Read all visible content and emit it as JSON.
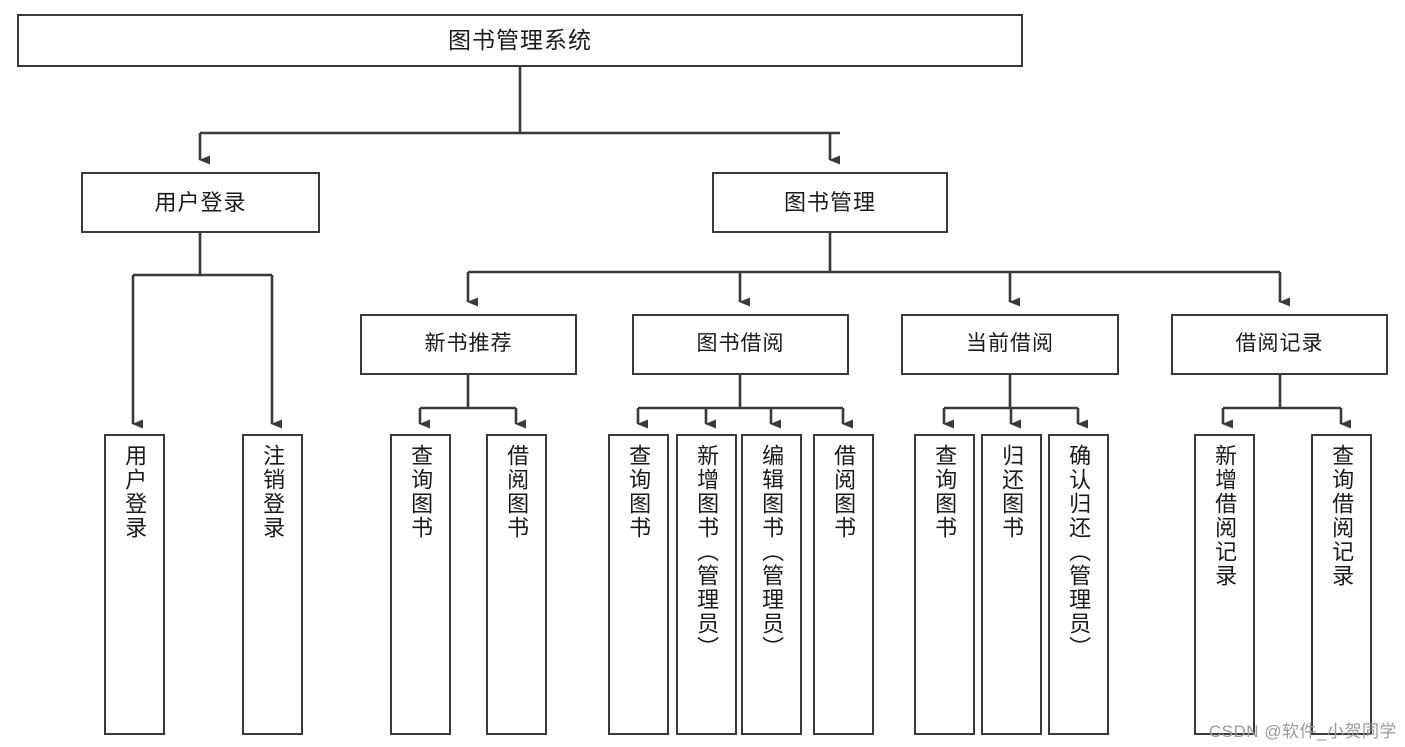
{
  "diagram": {
    "title": "图书管理系统",
    "type": "tree",
    "stroke_color": "#3a3a3a",
    "fill_color": "#ffffff",
    "text_color": "#1a1a1a",
    "root": {
      "label": "图书管理系统"
    },
    "level1": [
      {
        "label": "用户登录"
      },
      {
        "label": "图书管理"
      }
    ],
    "level2": [
      {
        "label": "新书推荐"
      },
      {
        "label": "图书借阅"
      },
      {
        "label": "当前借阅"
      },
      {
        "label": "借阅记录"
      }
    ],
    "leaves": {
      "user_login": [
        {
          "label": "用户登录"
        },
        {
          "label": "注销登录"
        }
      ],
      "new_book_recommend": [
        {
          "label": "查询图书"
        },
        {
          "label": "借阅图书"
        }
      ],
      "book_borrow": [
        {
          "label": "查询图书"
        },
        {
          "label": "新增图书（管理员）"
        },
        {
          "label": "编辑图书（管理员）"
        },
        {
          "label": "借阅图书"
        }
      ],
      "current_borrow": [
        {
          "label": "查询图书"
        },
        {
          "label": "归还图书"
        },
        {
          "label": "确认归还（管理员）"
        }
      ],
      "borrow_record": [
        {
          "label": "新增借阅记录"
        },
        {
          "label": "查询借阅记录"
        }
      ]
    }
  },
  "watermark": {
    "text": "CSDN @软件_小贺同学"
  }
}
